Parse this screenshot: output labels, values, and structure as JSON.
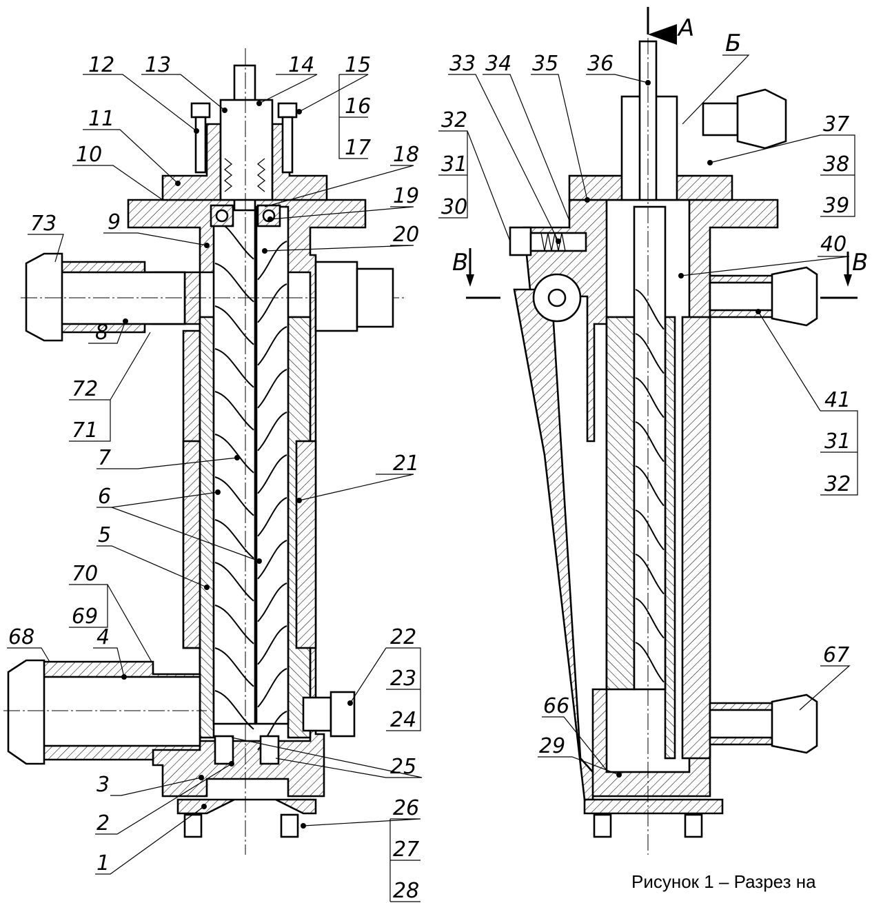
{
  "caption": "Рисунок 1 – Разрез на",
  "view_labels": {
    "a": "А",
    "b": "Б",
    "v_left": "В",
    "v_right": "В"
  },
  "left_labels": {
    "l1": "1",
    "l2": "2",
    "l3": "3",
    "l4": "4",
    "l5": "5",
    "l6": "6",
    "l7": "7",
    "l8": "8",
    "l9": "9",
    "l10": "10",
    "l11": "11",
    "l12": "12",
    "l13": "13",
    "l14": "14",
    "l15": "15",
    "l16": "16",
    "l17": "17",
    "l18": "18",
    "l19": "19",
    "l20": "20",
    "l21": "21",
    "l22": "22",
    "l23": "23",
    "l24": "24",
    "l25": "25",
    "l26": "26",
    "l27": "27",
    "l28": "28",
    "l68": "68",
    "l69": "69",
    "l70": "70",
    "l71": "71",
    "l72": "72",
    "l73": "73"
  },
  "right_labels": {
    "l29": "29",
    "l30": "30",
    "l31": "31",
    "l32": "32",
    "l33": "33",
    "l34": "34",
    "l35": "35",
    "l36": "36",
    "l37": "37",
    "l38": "38",
    "l39": "39",
    "l40": "40",
    "l41": "41",
    "l31b": "31",
    "l32b": "32",
    "l66": "66",
    "l67": "67"
  }
}
